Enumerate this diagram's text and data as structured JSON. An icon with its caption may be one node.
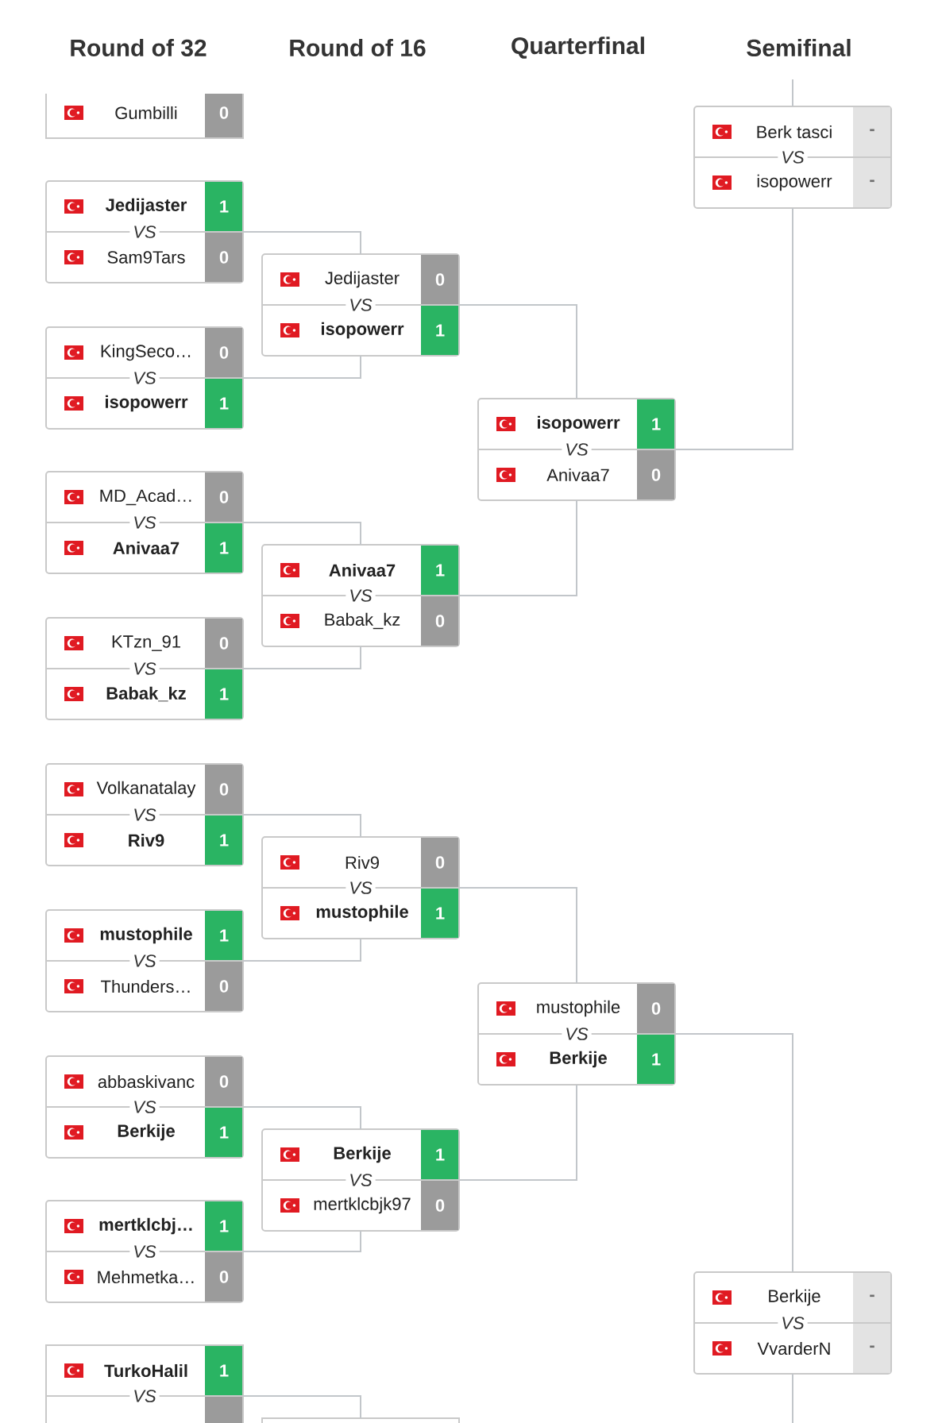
{
  "diagram": {
    "nodes": [
      {
        "text": [],
        "shape": "box"
      },
      {
        "text": [
          "Gumbilli",
          "0"
        ],
        "in": 0
      },
      {
        "text": [
          "VS"
        ]
      },
      {
        "text": [
          "Jedijaster",
          "1"
        ],
        "in": 2
      },
      {
        "text": [
          "Sam9Tars",
          "0"
        ],
        "in": 2
      },
      {
        "text": [
          "VS"
        ]
      },
      {
        "text": [
          "KingSeco…",
          "0"
        ],
        "in": 5
      },
      {
        "text": [
          "isopowerr",
          "1"
        ],
        "in": 5
      },
      {
        "text": [
          "VS"
        ]
      },
      {
        "text": [
          "MD_Acad…",
          "0"
        ],
        "in": 8
      },
      {
        "text": [
          "Anivaa7",
          "1"
        ],
        "in": 8
      },
      {
        "text": [
          "VS"
        ]
      },
      {
        "text": [
          "KTzn_91",
          "0"
        ],
        "in": 11
      },
      {
        "text": [
          "Babak_kz",
          "1"
        ],
        "in": 11
      },
      {
        "text": [
          "VS"
        ]
      },
      {
        "text": [
          "Volkanatalay",
          "0"
        ],
        "in": 14
      },
      {
        "text": [
          "Riv9",
          "1"
        ],
        "in": 14
      },
      {
        "text": [
          "VS"
        ]
      },
      {
        "text": [
          "mustophile",
          "1"
        ],
        "in": 17
      },
      {
        "text": [
          "Thunders…",
          "0"
        ],
        "in": 17
      },
      {
        "text": [
          "VS"
        ]
      },
      {
        "text": [
          "abbaskivanc",
          "0"
        ],
        "in": 20
      },
      {
        "text": [
          "Berkije",
          "1"
        ],
        "in": 20
      },
      {
        "text": [
          "VS"
        ]
      },
      {
        "text": [
          "mertklcbj…",
          "1"
        ],
        "in": 23
      },
      {
        "text": [
          "Mehmetka…",
          "0"
        ],
        "in": 23
      },
      {
        "text": [
          "VS"
        ]
      },
      {
        "text": [
          "TurkoHalil",
          "1"
        ],
        "in": 26
      },
      {
        "text": [],
        "shape": "bar",
        "in": 26
      },
      {
        "text": [
          "VS"
        ]
      },
      {
        "text": [
          "Jedijaster",
          "0"
        ],
        "in": 29
      },
      {
        "text": [
          "isopowerr",
          "1"
        ],
        "in": 29
      },
      {
        "text": [
          "VS"
        ]
      },
      {
        "text": [
          "Anivaa7",
          "1"
        ],
        "in": 32
      },
      {
        "text": [
          "Babak_kz",
          "0"
        ],
        "in": 32
      },
      {
        "text": [
          "VS"
        ]
      },
      {
        "text": [
          "Riv9",
          "0"
        ],
        "in": 35
      },
      {
        "text": [
          "mustophile",
          "1"
        ],
        "in": 35
      },
      {
        "text": [
          "VS"
        ]
      },
      {
        "text": [
          "Berkije",
          "1"
        ],
        "in": 38
      },
      {
        "text": [
          "mertklcbjk97",
          "0"
        ],
        "in": 38
      },
      {
        "text": [],
        "shape": "box"
      },
      {
        "text": [
          "VS"
        ]
      },
      {
        "text": [
          "isopowerr",
          "1"
        ],
        "in": 42
      },
      {
        "text": [
          "Anivaa7",
          "0"
        ],
        "in": 42
      },
      {
        "text": [
          "VS"
        ]
      },
      {
        "text": [
          "mustophile",
          "0"
        ],
        "in": 45
      },
      {
        "text": [
          "Berkije",
          "1"
        ],
        "in": 45
      },
      {
        "text": [
          "VS"
        ]
      },
      {
        "text": [
          "Berk tasci",
          "-"
        ],
        "in": 48
      },
      {
        "text": [
          "isopowerr",
          "-"
        ],
        "in": 48
      },
      {
        "text": [
          "VS"
        ]
      },
      {
        "text": [
          "Berkije",
          "-"
        ],
        "in": 51
      },
      {
        "text": [
          "VvarderN",
          "-"
        ],
        "in": 51
      }
    ],
    "edges": [
      {
        "from": 2,
        "to": 29,
        "arrow": "none"
      },
      {
        "from": 5,
        "to": 29,
        "arrow": "none"
      },
      {
        "from": 8,
        "to": 32,
        "arrow": "none"
      },
      {
        "from": 11,
        "to": 32,
        "arrow": "none"
      },
      {
        "from": 14,
        "to": 35,
        "arrow": "none"
      },
      {
        "from": 17,
        "to": 35,
        "arrow": "none"
      },
      {
        "from": 20,
        "to": 38,
        "arrow": "none"
      },
      {
        "from": 23,
        "to": 38,
        "arrow": "none"
      },
      {
        "from": 26,
        "to": 41,
        "arrow": "none"
      },
      {
        "from": 29,
        "to": 42,
        "arrow": "none"
      },
      {
        "from": 32,
        "to": 42,
        "arrow": "none"
      },
      {
        "from": 35,
        "to": 45,
        "arrow": "none"
      },
      {
        "from": 38,
        "to": 45,
        "arrow": "none"
      },
      {
        "from": 42,
        "to": 48,
        "arrow": "none"
      },
      {
        "from": 45,
        "to": 51,
        "arrow": "none"
      },
      {
        "from": null,
        "to": 48,
        "arrow": "none"
      },
      {
        "from": null,
        "to": 51,
        "arrow": "none"
      }
    ],
    "labels": [
      "Round of 32",
      "Round of 16",
      "Quarterfinal",
      "Semifinal"
    ]
  }
}
